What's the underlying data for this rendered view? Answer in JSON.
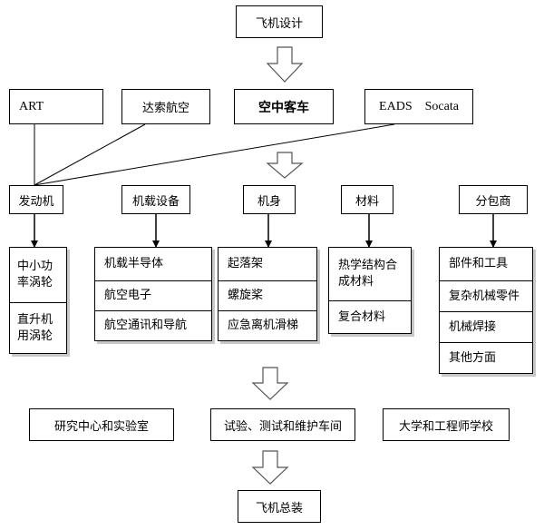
{
  "top": {
    "title": "飞机设计"
  },
  "partners": [
    {
      "label": "ART"
    },
    {
      "label": "达索航空"
    },
    {
      "label": "空中客车"
    },
    {
      "label": "EADS    Socata"
    }
  ],
  "categories": [
    {
      "label": "发动机",
      "items": [
        "中小功率涡轮",
        "直升机用涡轮"
      ]
    },
    {
      "label": "机载设备",
      "items": [
        "机载半导体",
        "航空电子",
        "航空通讯和导航"
      ]
    },
    {
      "label": "机身",
      "items": [
        "起落架",
        "螺旋桨",
        "应急离机滑梯"
      ]
    },
    {
      "label": "材料",
      "items": [
        "热学结构合成材料",
        "复合材料"
      ]
    },
    {
      "label": "分包商",
      "items": [
        "部件和工具",
        "复杂机械零件",
        "机械焊接",
        "其他方面"
      ]
    }
  ],
  "support": [
    {
      "label": "研究中心和实验室"
    },
    {
      "label": "试验、测试和维护车间"
    },
    {
      "label": "大学和工程师学校"
    }
  ],
  "bottom": {
    "title": "飞机总装"
  }
}
